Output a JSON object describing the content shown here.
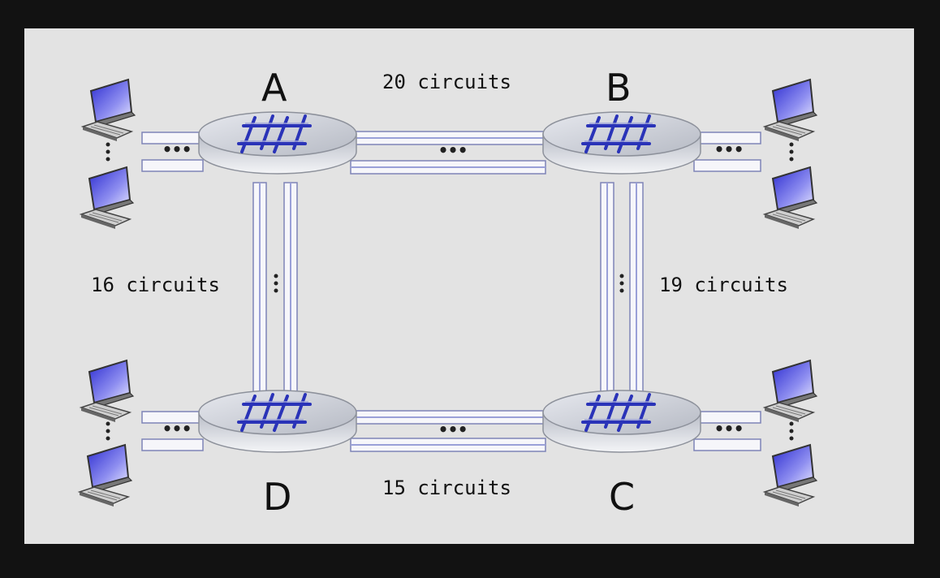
{
  "switches": [
    {
      "id": "A",
      "label": "A"
    },
    {
      "id": "B",
      "label": "B"
    },
    {
      "id": "C",
      "label": "C"
    },
    {
      "id": "D",
      "label": "D"
    }
  ],
  "links": [
    {
      "between": [
        "A",
        "B"
      ],
      "label": "20 circuits"
    },
    {
      "between": [
        "B",
        "C"
      ],
      "label": "19 circuits"
    },
    {
      "between": [
        "D",
        "C"
      ],
      "label": "15 circuits"
    },
    {
      "between": [
        "A",
        "D"
      ],
      "label": "16 circuits"
    }
  ],
  "colors": {
    "background": "#e3e3e3",
    "frame": "#121212",
    "switch_body": "#c9ccd3",
    "switch_arrows": "#2a33b8",
    "link_stripe": "#8a90c6",
    "host_screen": "#4a4ad8"
  },
  "icons": [
    "laptop-host-icon",
    "packet-switch-icon",
    "ellipsis-dots-icon"
  ]
}
